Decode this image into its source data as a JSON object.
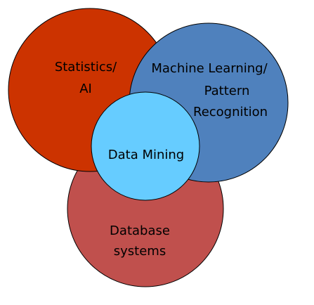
{
  "diagram": {
    "colors": {
      "statistics_ai": "#cc3300",
      "machine_learning": "#4f81bd",
      "database_systems": "#c0504d",
      "data_mining": "#66ccff",
      "stroke": "#000000"
    },
    "circles": {
      "statistics_ai": {
        "lines": [
          "Statistics/",
          "AI"
        ]
      },
      "machine_learning": {
        "lines": [
          "Machine Learning/",
          "Pattern",
          "Recognition"
        ]
      },
      "database_systems": {
        "lines": [
          "Database",
          "systems"
        ]
      },
      "data_mining": {
        "lines": [
          "Data Mining"
        ]
      }
    }
  }
}
